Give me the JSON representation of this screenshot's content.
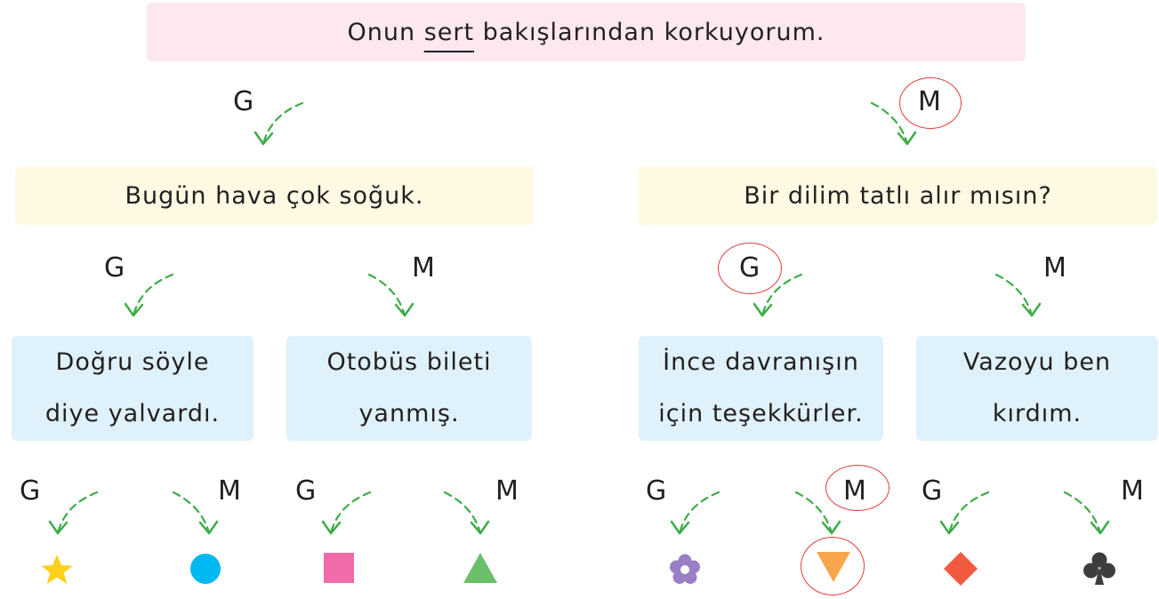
{
  "root": {
    "before": "Onun ",
    "underlined": "sert",
    "after": " bakışlarından korkuyorum."
  },
  "level2": {
    "left": "Bugün hava çok soğuk.",
    "right": "Bir dilim tatlı alır mısın?"
  },
  "level3": {
    "b1": [
      "Doğru söyle",
      "diye yalvardı."
    ],
    "b2": [
      "Otobüs bileti",
      "yanmış."
    ],
    "b3": [
      "İnce davranışın",
      "için teşekkürler."
    ],
    "b4": [
      "Vazoyu ben",
      "kırdım."
    ]
  },
  "labels": {
    "g": "G",
    "m": "M"
  },
  "colors": {
    "root_bg": "#fde8f0",
    "level2_bg": "#fef9e3",
    "level3_bg": "#dff1fa",
    "arrow": "#3dac48",
    "circle": "#e33b3b",
    "star": "#ffd01c",
    "circle_shape": "#00b8f1",
    "square": "#f16ba8",
    "triangle": "#6cbf6a",
    "flower": "#9b7fc6",
    "triangle_down": "#f9a54b",
    "diamond": "#f15a3f",
    "club": "#3d3d3d"
  },
  "icons": [
    "star-icon",
    "circle-icon",
    "square-icon",
    "triangle-icon",
    "flower-icon",
    "triangle-down-icon",
    "diamond-icon",
    "club-icon"
  ]
}
